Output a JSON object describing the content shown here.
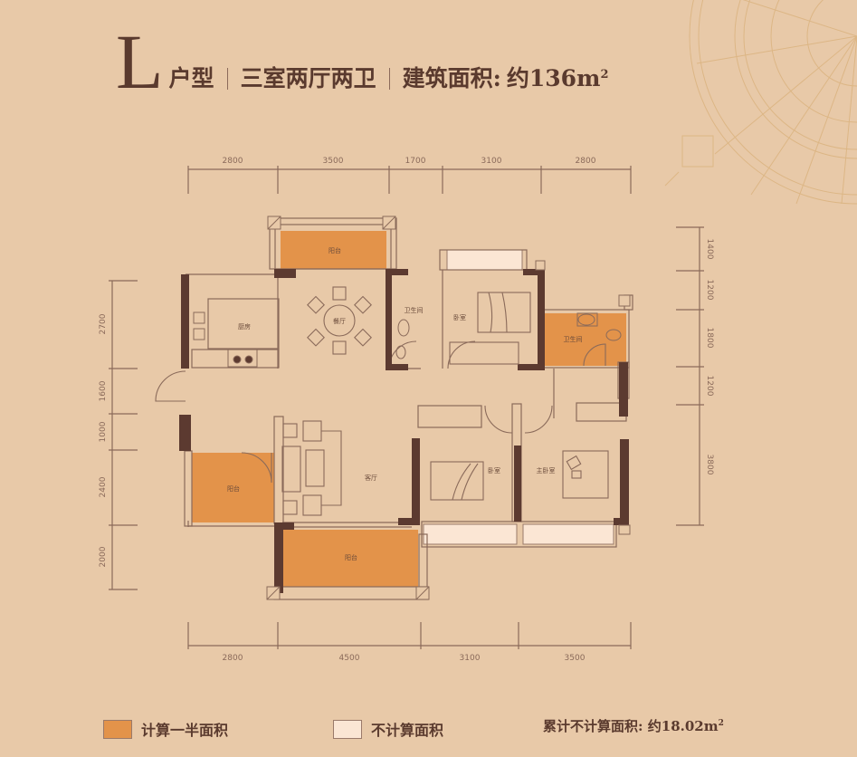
{
  "header": {
    "unit_letter": "L",
    "unit_type_label": "户型",
    "layout": "三室两厅两卫",
    "area_label": "建筑面积:",
    "area_value": "约136m",
    "area_sup": "2"
  },
  "dimensions": {
    "top": [
      "2800",
      "3500",
      "1700",
      "3100",
      "2800"
    ],
    "bottom": [
      "2800",
      "4500",
      "3100",
      "3500"
    ],
    "left": [
      "2700",
      "1600",
      "1000",
      "2400",
      "2000"
    ],
    "right": [
      "1400",
      "1200",
      "1800",
      "1200",
      "3800"
    ]
  },
  "rooms": {
    "balcony_north": "阳台",
    "kitchen": "厨房",
    "dining": "餐厅",
    "bath_1": "卫生间",
    "bedroom_north": "卧室",
    "bath_master": "卫生间",
    "living": "客厅",
    "balcony_west": "阳台",
    "bedroom_south": "卧室",
    "master_bedroom": "主卧室",
    "balcony_south": "阳台"
  },
  "legend": {
    "half_area_label": "计算一半面积",
    "half_area_color": "#E3934A",
    "no_area_label": "不计算面积",
    "no_area_color": "#FBE6D4",
    "total_label": "累计不计算面积: 约18.02m",
    "total_sup": "2"
  },
  "colors": {
    "background": "#E8C9A8",
    "wall": "#5C3A30",
    "line": "#8A6A5A",
    "accent_text": "#5A3A2E"
  }
}
